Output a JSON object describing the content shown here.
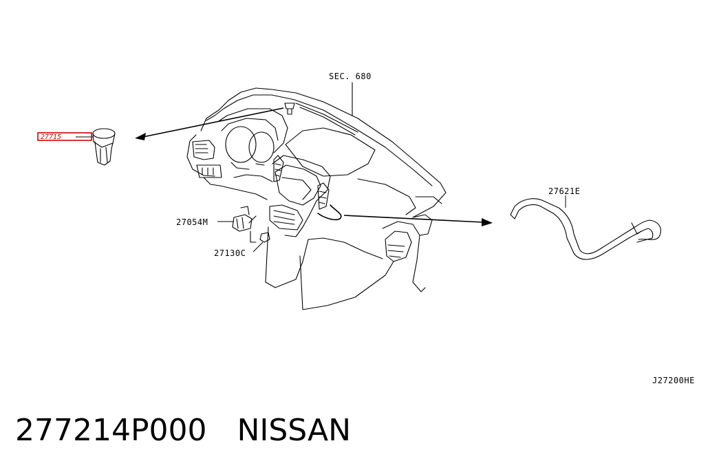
{
  "diagram": {
    "callouts": {
      "sec_ref": "SEC. 680",
      "highlighted_part": "27715",
      "part_27054m": "27054M",
      "part_27130c": "27130C",
      "part_27621e": "27621E"
    },
    "figure_code": "J27200HE",
    "highlight_color": "#d40000"
  },
  "caption": {
    "part_number": "277214P000",
    "brand": "NISSAN"
  }
}
